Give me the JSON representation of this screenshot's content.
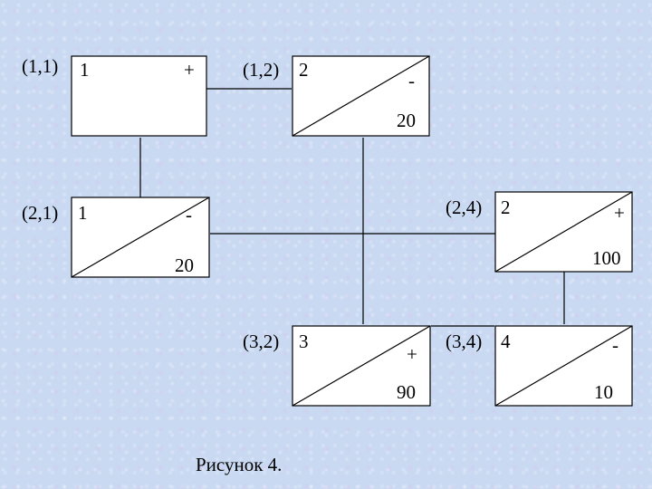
{
  "nodes": [
    {
      "id": "n11",
      "coord": "(1,1)",
      "value": "1",
      "sign": "+",
      "bottom": "",
      "diagonal": false
    },
    {
      "id": "n12",
      "coord": "(1,2)",
      "value": "2",
      "sign": "-",
      "bottom": "20",
      "diagonal": true
    },
    {
      "id": "n21",
      "coord": "(2,1)",
      "value": "1",
      "sign": "-",
      "bottom": "20",
      "diagonal": true
    },
    {
      "id": "n24",
      "coord": "(2,4)",
      "value": "2",
      "sign": "+",
      "bottom": "100",
      "diagonal": true
    },
    {
      "id": "n32",
      "coord": "(3,2)",
      "value": "3",
      "sign": "+",
      "bottom": "90",
      "diagonal": true
    },
    {
      "id": "n34",
      "coord": "(3,4)",
      "value": "4",
      "sign": "-",
      "bottom": "10",
      "diagonal": true
    }
  ],
  "caption": "Рисунок 4."
}
